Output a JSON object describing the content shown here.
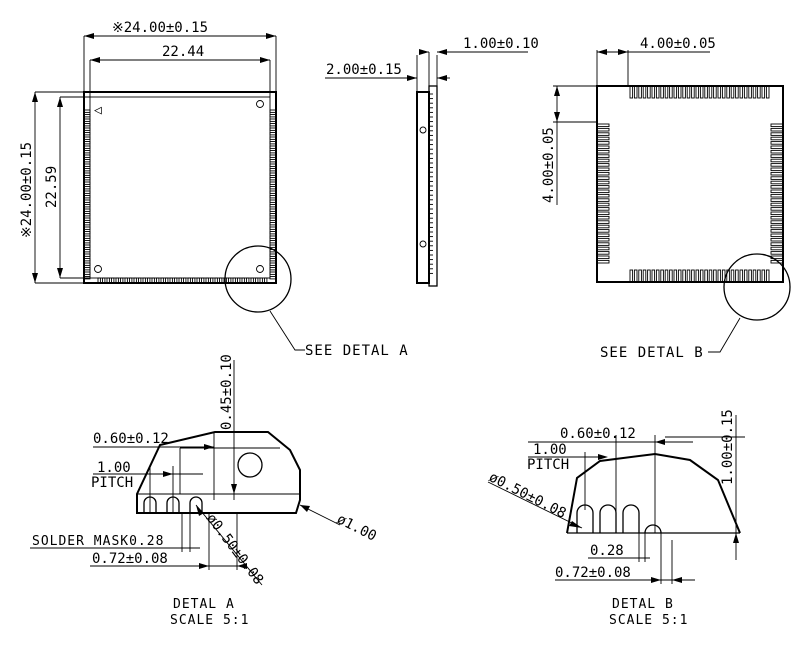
{
  "top_view": {
    "dim_overall_width": "※24.00±0.15",
    "dim_inner_width": "22.44",
    "dim_overall_height": "※24.00±0.15",
    "dim_inner_height": "22.59",
    "pin1_marker": "◁",
    "callout": "SEE DETAL A"
  },
  "side_view": {
    "dim_total_thickness": "2.00±0.15",
    "dim_pcb_thickness": "1.00±0.10"
  },
  "bottom_view": {
    "dim_corner_x": "4.00±0.05",
    "dim_corner_y": "4.00±0.05",
    "callout": "SEE DETAL B"
  },
  "detail_a": {
    "dim_pad_length": "0.60±0.12",
    "dim_edge": "0.45±0.10",
    "pitch_value": "1.00",
    "pitch_label": "PITCH",
    "solder_mask": "SOLDER MASK0.28",
    "dim_pad_width": "0.72±0.08",
    "dim_hole": "ø0.50±0.08",
    "dim_radius": "ø1.00",
    "title": "DETAL A",
    "scale": "SCALE 5:1"
  },
  "detail_b": {
    "dim_pad_length": "0.60±0.12",
    "pitch_value": "1.00",
    "pitch_label": "PITCH",
    "dim_hole": "ø0.50±0.08",
    "dim_height": "1.00±0.15",
    "dim_gap": "0.28",
    "dim_pad_width": "0.72±0.08",
    "title": "DETAL B",
    "scale": "SCALE 5:1"
  }
}
